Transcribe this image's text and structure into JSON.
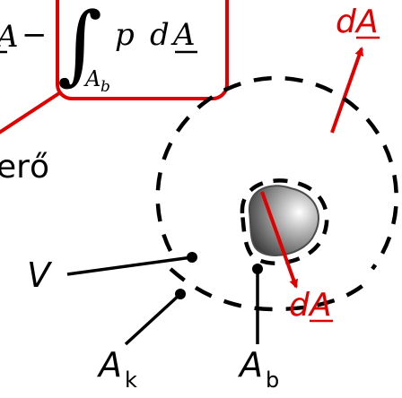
{
  "formula": {
    "lead_var": "A",
    "minus": "−",
    "integral_sign": "∫",
    "lower_limit_var": "A",
    "lower_limit_sub": "b",
    "integrand_p": "p",
    "integrand_d": "d",
    "integrand_A": "A"
  },
  "word_ero": "erő",
  "label_dA_top": {
    "d": "d",
    "A": "A"
  },
  "label_dA_inner": {
    "d": "d",
    "A": "A"
  },
  "label_V": "V",
  "label_Ak": {
    "main": "A",
    "sub": "k"
  },
  "label_Ab": {
    "main": "A",
    "sub": "b"
  },
  "colors": {
    "accent_red": "#e00000",
    "ink": "#000000"
  }
}
